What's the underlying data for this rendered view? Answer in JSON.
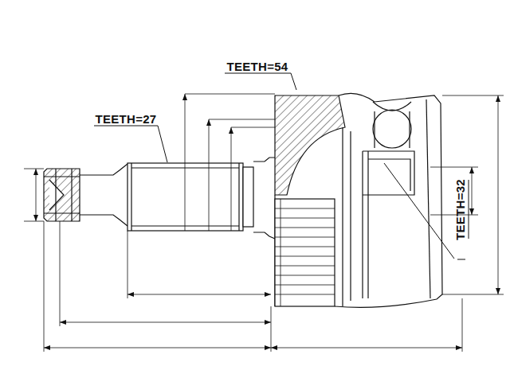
{
  "diagram": {
    "labels": [
      "TEETH=54",
      "TEETH=27",
      "TEETH=32"
    ]
  }
}
